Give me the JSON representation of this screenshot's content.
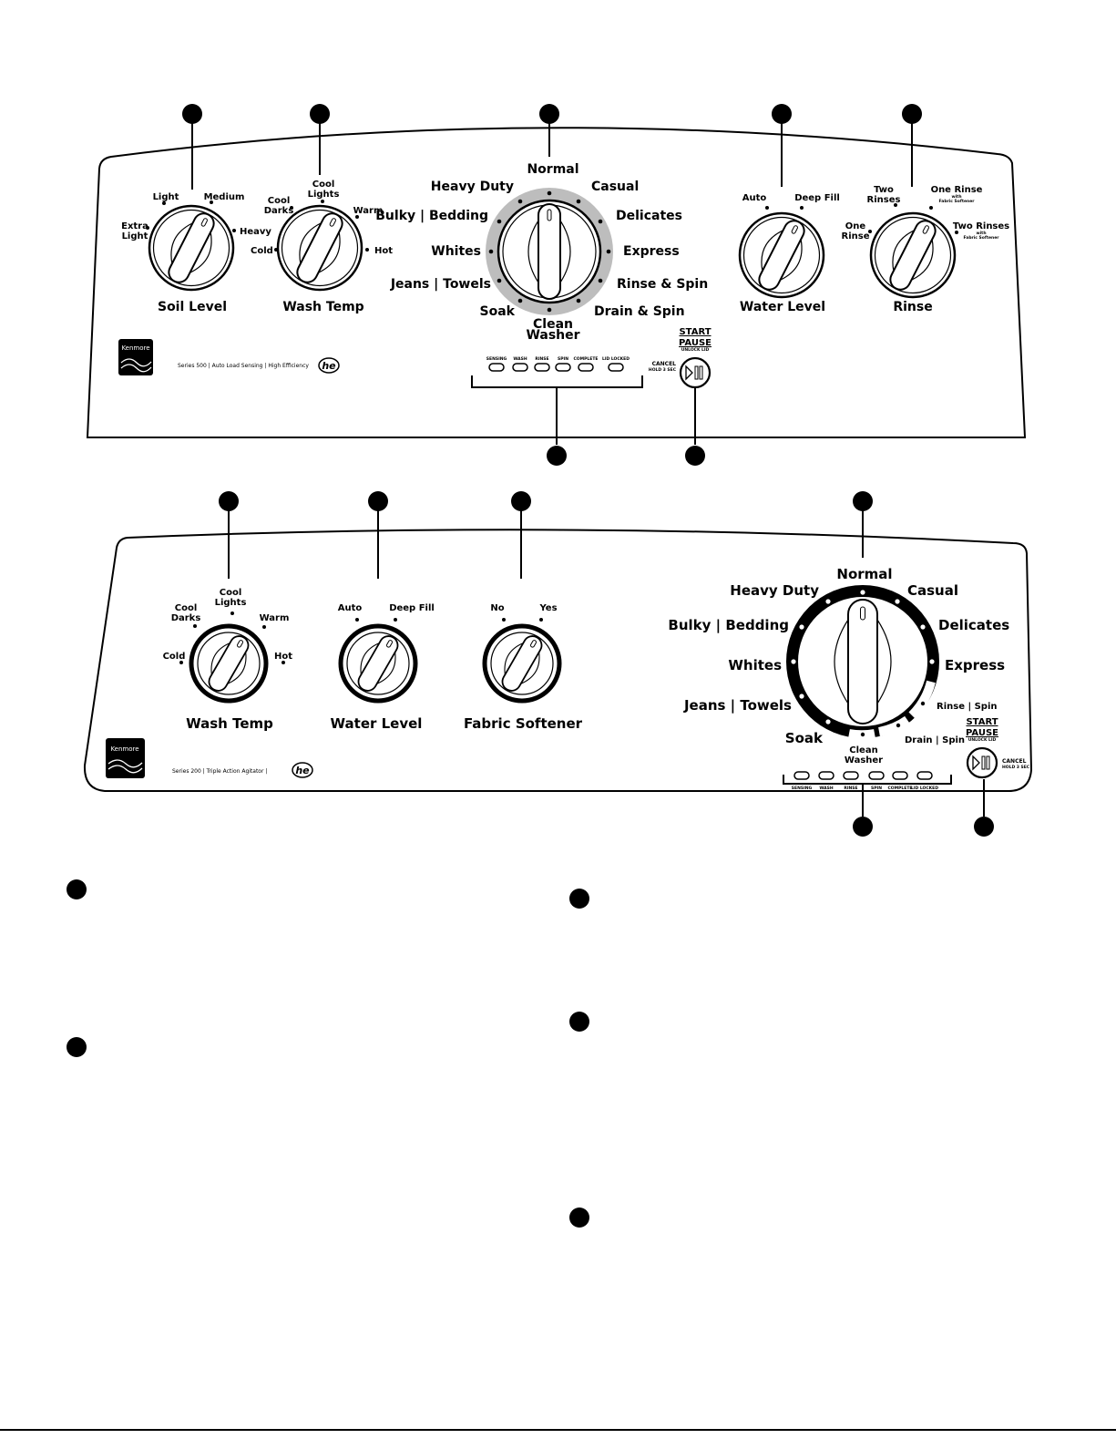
{
  "panel_top": {
    "knobs": {
      "soil_level": {
        "title": "Soil Level",
        "settings": {
          "extra_light": "Extra\nLight",
          "light": "Light",
          "medium": "Medium",
          "heavy": "Heavy"
        }
      },
      "wash_temp": {
        "title": "Wash Temp",
        "settings": {
          "cool_darks": "Cool\nDarks",
          "cool_lights": "Cool\nLights",
          "warm": "Warm",
          "cold": "Cold",
          "hot": "Hot"
        }
      },
      "water_level": {
        "title": "Water Level",
        "settings": {
          "auto": "Auto",
          "deep_fill": "Deep Fill"
        }
      },
      "rinse": {
        "title": "Rinse",
        "settings": {
          "one_rinse": "One\nRinse",
          "two_rinses": "Two\nRinses",
          "one_rinse_softener": "One Rinse",
          "one_rinse_softener_sub": "with\nFabric Softener",
          "two_rinses_softener": "Two Rinses",
          "two_rinses_softener_sub": "with\nFabric Softener"
        }
      }
    },
    "cycles": {
      "normal": "Normal",
      "casual": "Casual",
      "delicates": "Delicates",
      "express": "Express",
      "rinse_spin": "Rinse & Spin",
      "drain_spin": "Drain & Spin",
      "clean_washer": "Clean\nWasher",
      "soak": "Soak",
      "jeans_towels": "Jeans | Towels",
      "whites": "Whites",
      "bulky_bedding": "Bulky | Bedding",
      "heavy_duty": "Heavy Duty"
    },
    "status_lights": [
      "SENSING",
      "WASH",
      "RINSE",
      "SPIN",
      "COMPLETE",
      "LID LOCKED"
    ],
    "start_label": "START",
    "pause_label": "PAUSE",
    "unlock_label": "UNLOCK LID",
    "cancel_label": "CANCEL",
    "cancel_hold": "HOLD 3 SEC",
    "brand": "Kenmore",
    "series_line": "Series 500   |   Auto Load Sensing   |   High Efficiency",
    "he_logo": "he"
  },
  "panel_bottom": {
    "knobs": {
      "wash_temp": {
        "title": "Wash Temp",
        "settings": {
          "cool_darks": "Cool\nDarks",
          "cool_lights": "Cool\nLights",
          "warm": "Warm",
          "cold": "Cold",
          "hot": "Hot"
        }
      },
      "water_level": {
        "title": "Water Level",
        "settings": {
          "auto": "Auto",
          "deep_fill": "Deep Fill"
        }
      },
      "fabric_softener": {
        "title": "Fabric Softener",
        "settings": {
          "no": "No",
          "yes": "Yes"
        }
      }
    },
    "cycles": {
      "normal": "Normal",
      "casual": "Casual",
      "delicates": "Delicates",
      "express": "Express",
      "rinse_spin": "Rinse | Spin",
      "drain_spin": "Drain | Spin",
      "clean_washer": "Clean\nWasher",
      "soak": "Soak",
      "jeans_towels": "Jeans | Towels",
      "whites": "Whites",
      "bulky_bedding": "Bulky | Bedding",
      "heavy_duty": "Heavy Duty"
    },
    "status_lights": [
      "SENSING",
      "WASH",
      "RINSE",
      "SPIN",
      "COMPLETE",
      "LID LOCKED"
    ],
    "start_label": "START",
    "pause_label": "PAUSE",
    "unlock_label": "UNLOCK LID",
    "cancel_label": "CANCEL",
    "cancel_hold": "HOLD 3 SEC",
    "brand": "Kenmore",
    "series_line": "Series 200   |   Triple Action Agitator   |",
    "he_logo": "he"
  },
  "colors": {
    "ink": "#000000",
    "ring_top": "#b9b9b9",
    "paper": "#ffffff"
  }
}
